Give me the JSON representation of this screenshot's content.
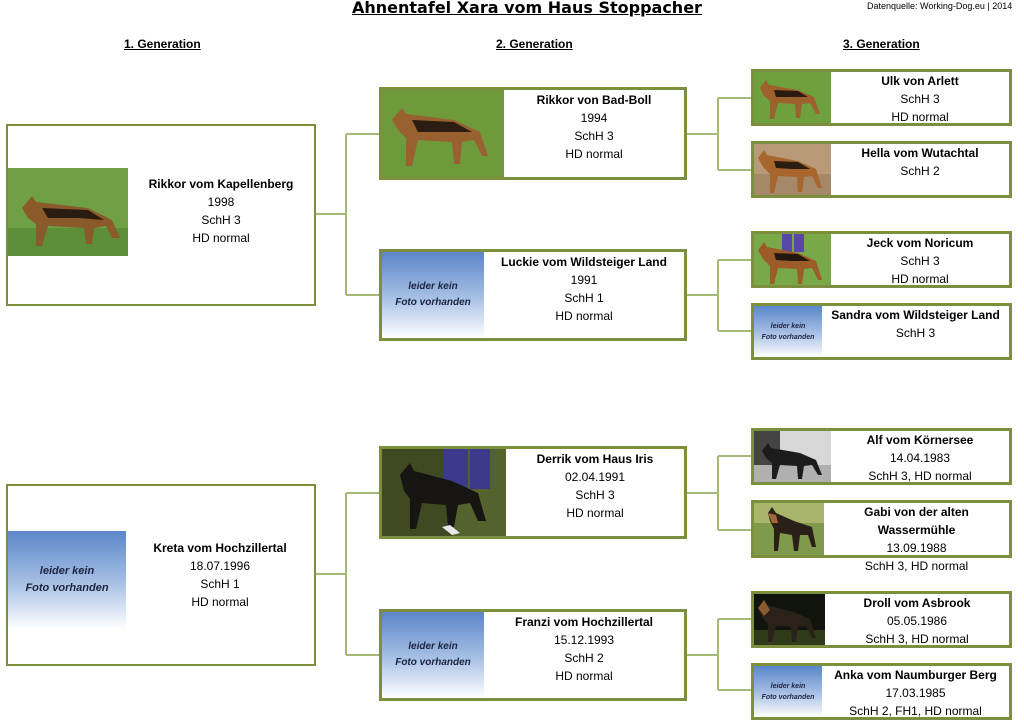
{
  "header": {
    "title": "Ahnentafel Xara vom Haus Stoppacher",
    "source": "Datenquelle: Working-Dog.eu | 2014"
  },
  "generations": [
    "1. Generation",
    "2. Generation",
    "3. Generation"
  ],
  "no_photo": {
    "line1": "leider kein",
    "line2": "Foto vorhanden"
  },
  "colors": {
    "card_border": "#7b8f3e",
    "connector": "#a7b978",
    "no_photo_gradient_top": "#5b86c9"
  },
  "dogs": {
    "sire": {
      "name": "Rikkor vom Kapellenberg",
      "line2": "1998",
      "line3": "SchH 3",
      "line4": "HD normal",
      "photo": "dog-photo"
    },
    "dam": {
      "name": "Kreta vom Hochzillertal",
      "line2": "18.07.1996",
      "line3": "SchH 1",
      "line4": "HD normal",
      "photo": "no-photo"
    },
    "sire_sire": {
      "name": "Rikkor von Bad-Boll",
      "line2": "1994",
      "line3": "SchH 3",
      "line4": "HD normal",
      "photo": "dog-photo"
    },
    "sire_dam": {
      "name": "Luckie vom Wildsteiger Land",
      "line2": "1991",
      "line3": "SchH 1",
      "line4": "HD normal",
      "photo": "no-photo"
    },
    "dam_sire": {
      "name": "Derrik vom Haus Iris",
      "line2": "02.04.1991",
      "line3": "SchH 3",
      "line4": "HD normal",
      "photo": "dog-photo"
    },
    "dam_dam": {
      "name": "Franzi vom Hochzillertal",
      "line2": "15.12.1993",
      "line3": "SchH 2",
      "line4": "HD normal",
      "photo": "no-photo"
    },
    "ss_sire": {
      "name": "Ulk von Arlett",
      "line2": "SchH 3",
      "line3": "HD normal",
      "photo": "dog-photo"
    },
    "ss_dam": {
      "name": "Hella vom Wutachtal",
      "line2": "SchH 2",
      "photo": "dog-photo"
    },
    "sd_sire": {
      "name": "Jeck vom Noricum",
      "line2": "SchH 3",
      "line3": "HD normal",
      "photo": "dog-photo"
    },
    "sd_dam": {
      "name": "Sandra vom Wildsteiger Land",
      "line2": "SchH 3",
      "photo": "no-photo"
    },
    "ds_sire": {
      "name": "Alf vom Körnersee",
      "line2": "14.04.1983",
      "line3": "SchH 3, HD normal",
      "photo": "dog-photo"
    },
    "ds_dam": {
      "name": "Gabi von der alten Wassermühle",
      "line2": "13.09.1988",
      "line3": "SchH 3, HD normal",
      "photo": "dog-photo"
    },
    "dd_sire": {
      "name": "Droll vom Asbrook",
      "line2": "05.05.1986",
      "line3": "SchH 3, HD normal",
      "photo": "dog-photo"
    },
    "dd_dam": {
      "name": "Anka vom Naumburger Berg",
      "line2": "17.03.1985",
      "line3": "SchH 2, FH1, HD normal",
      "photo": "no-photo"
    }
  }
}
